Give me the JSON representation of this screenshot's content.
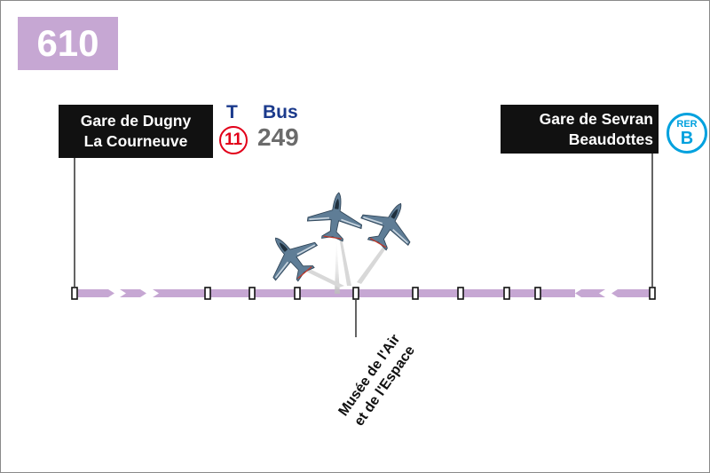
{
  "route": {
    "number": "610",
    "color": "#c6a7d3"
  },
  "terminals": {
    "left": {
      "line1": "Gare de Dugny",
      "line2": "La Courneuve"
    },
    "right": {
      "line1": "Gare de Sevran",
      "line2": "Beaudottes"
    }
  },
  "connections": {
    "tram": {
      "label": "T",
      "line": "11",
      "color": "#e2001a"
    },
    "bus": {
      "label": "Bus",
      "line": "249"
    },
    "rer": {
      "label": "RER",
      "line": "B",
      "color": "#00a1de"
    }
  },
  "stops": {
    "named": {
      "line1": "Musée de l'Air",
      "line2": "et de l'Espace"
    }
  },
  "icons": [
    "jet-aircraft-icon"
  ]
}
